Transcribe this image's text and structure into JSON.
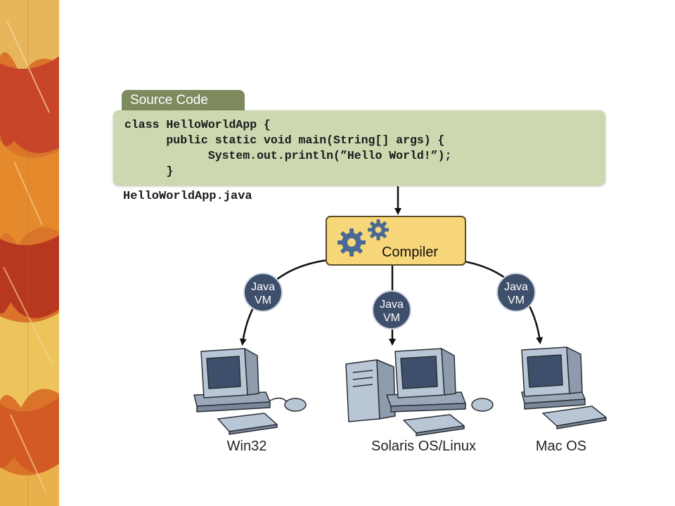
{
  "source": {
    "tab_label": "Source Code",
    "code": "class HelloWorldApp {\n      public static void main(String[] args) {\n            System.out.println(”Hello World!”);\n      }",
    "filename": "HelloWorldApp.java"
  },
  "compiler": {
    "label": "Compiler"
  },
  "vms": [
    {
      "line1": "Java",
      "line2": "VM"
    },
    {
      "line1": "Java",
      "line2": "VM"
    },
    {
      "line1": "Java",
      "line2": "VM"
    }
  ],
  "platforms": [
    {
      "label": "Win32"
    },
    {
      "label": "Solaris OS/Linux"
    },
    {
      "label": "Mac OS"
    }
  ],
  "colors": {
    "source_box": "#cdd8b1",
    "source_tab": "#7d8b5f",
    "compiler_box": "#f7d77a",
    "vm_circle": "#3e4f6b",
    "computer": "#b9c6d6"
  }
}
